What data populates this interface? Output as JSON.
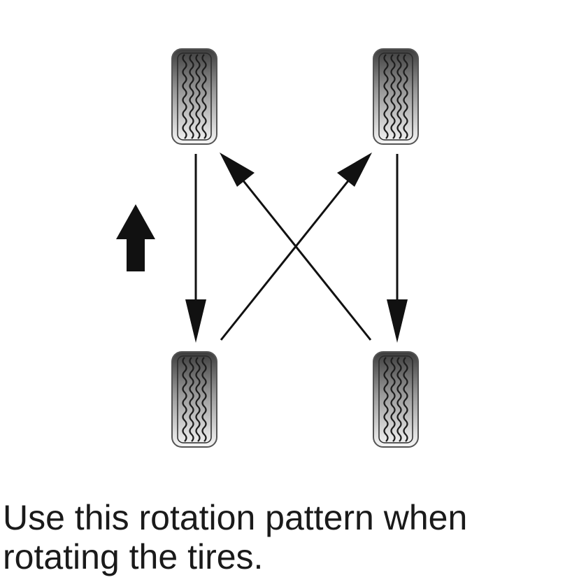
{
  "diagram": {
    "tires": [
      {
        "id": "tire-front-left",
        "position": "front-left"
      },
      {
        "id": "tire-front-right",
        "position": "front-right"
      },
      {
        "id": "tire-rear-left",
        "position": "rear-left"
      },
      {
        "id": "tire-rear-right",
        "position": "rear-right"
      }
    ],
    "rotation_moves": [
      {
        "from": "front-left",
        "to": "rear-left"
      },
      {
        "from": "front-right",
        "to": "rear-right"
      },
      {
        "from": "rear-left",
        "to": "front-right"
      },
      {
        "from": "rear-right",
        "to": "front-left"
      }
    ],
    "direction_indicator": "forward-arrow-icon",
    "colors": {
      "tire_dark": "#4a4a4a",
      "tire_light": "#f2f2f2",
      "arrow": "#111111"
    }
  },
  "caption": "Use this rotation pattern when rotating the tires."
}
